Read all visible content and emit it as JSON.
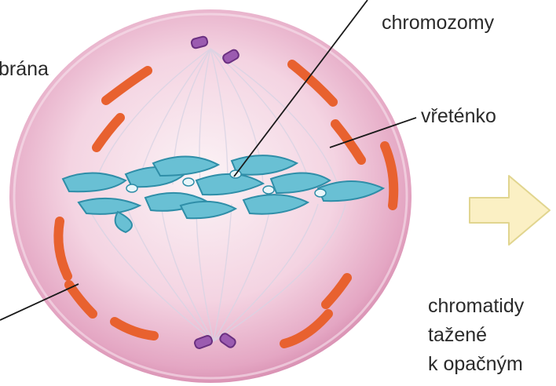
{
  "labels": {
    "membrane": "brána",
    "chromosomes": "chromozomy",
    "spindle": "vřeténko",
    "chromatids": [
      "chromatidy",
      "tažené",
      "k opačným"
    ]
  },
  "colors": {
    "cell_center": "#fbf3f6",
    "cell_edge": "#cf7ea4",
    "nuclear_fragments": "#e8612f",
    "chromosomes": "#52aec5",
    "centrosomes": "#7a3f93",
    "arrow_fill": "#fbf0c4",
    "arrow_stroke": "#e1d58f"
  },
  "icons": [
    "chromosome-shape",
    "centrosome-shape",
    "next-step-arrow-icon"
  ]
}
